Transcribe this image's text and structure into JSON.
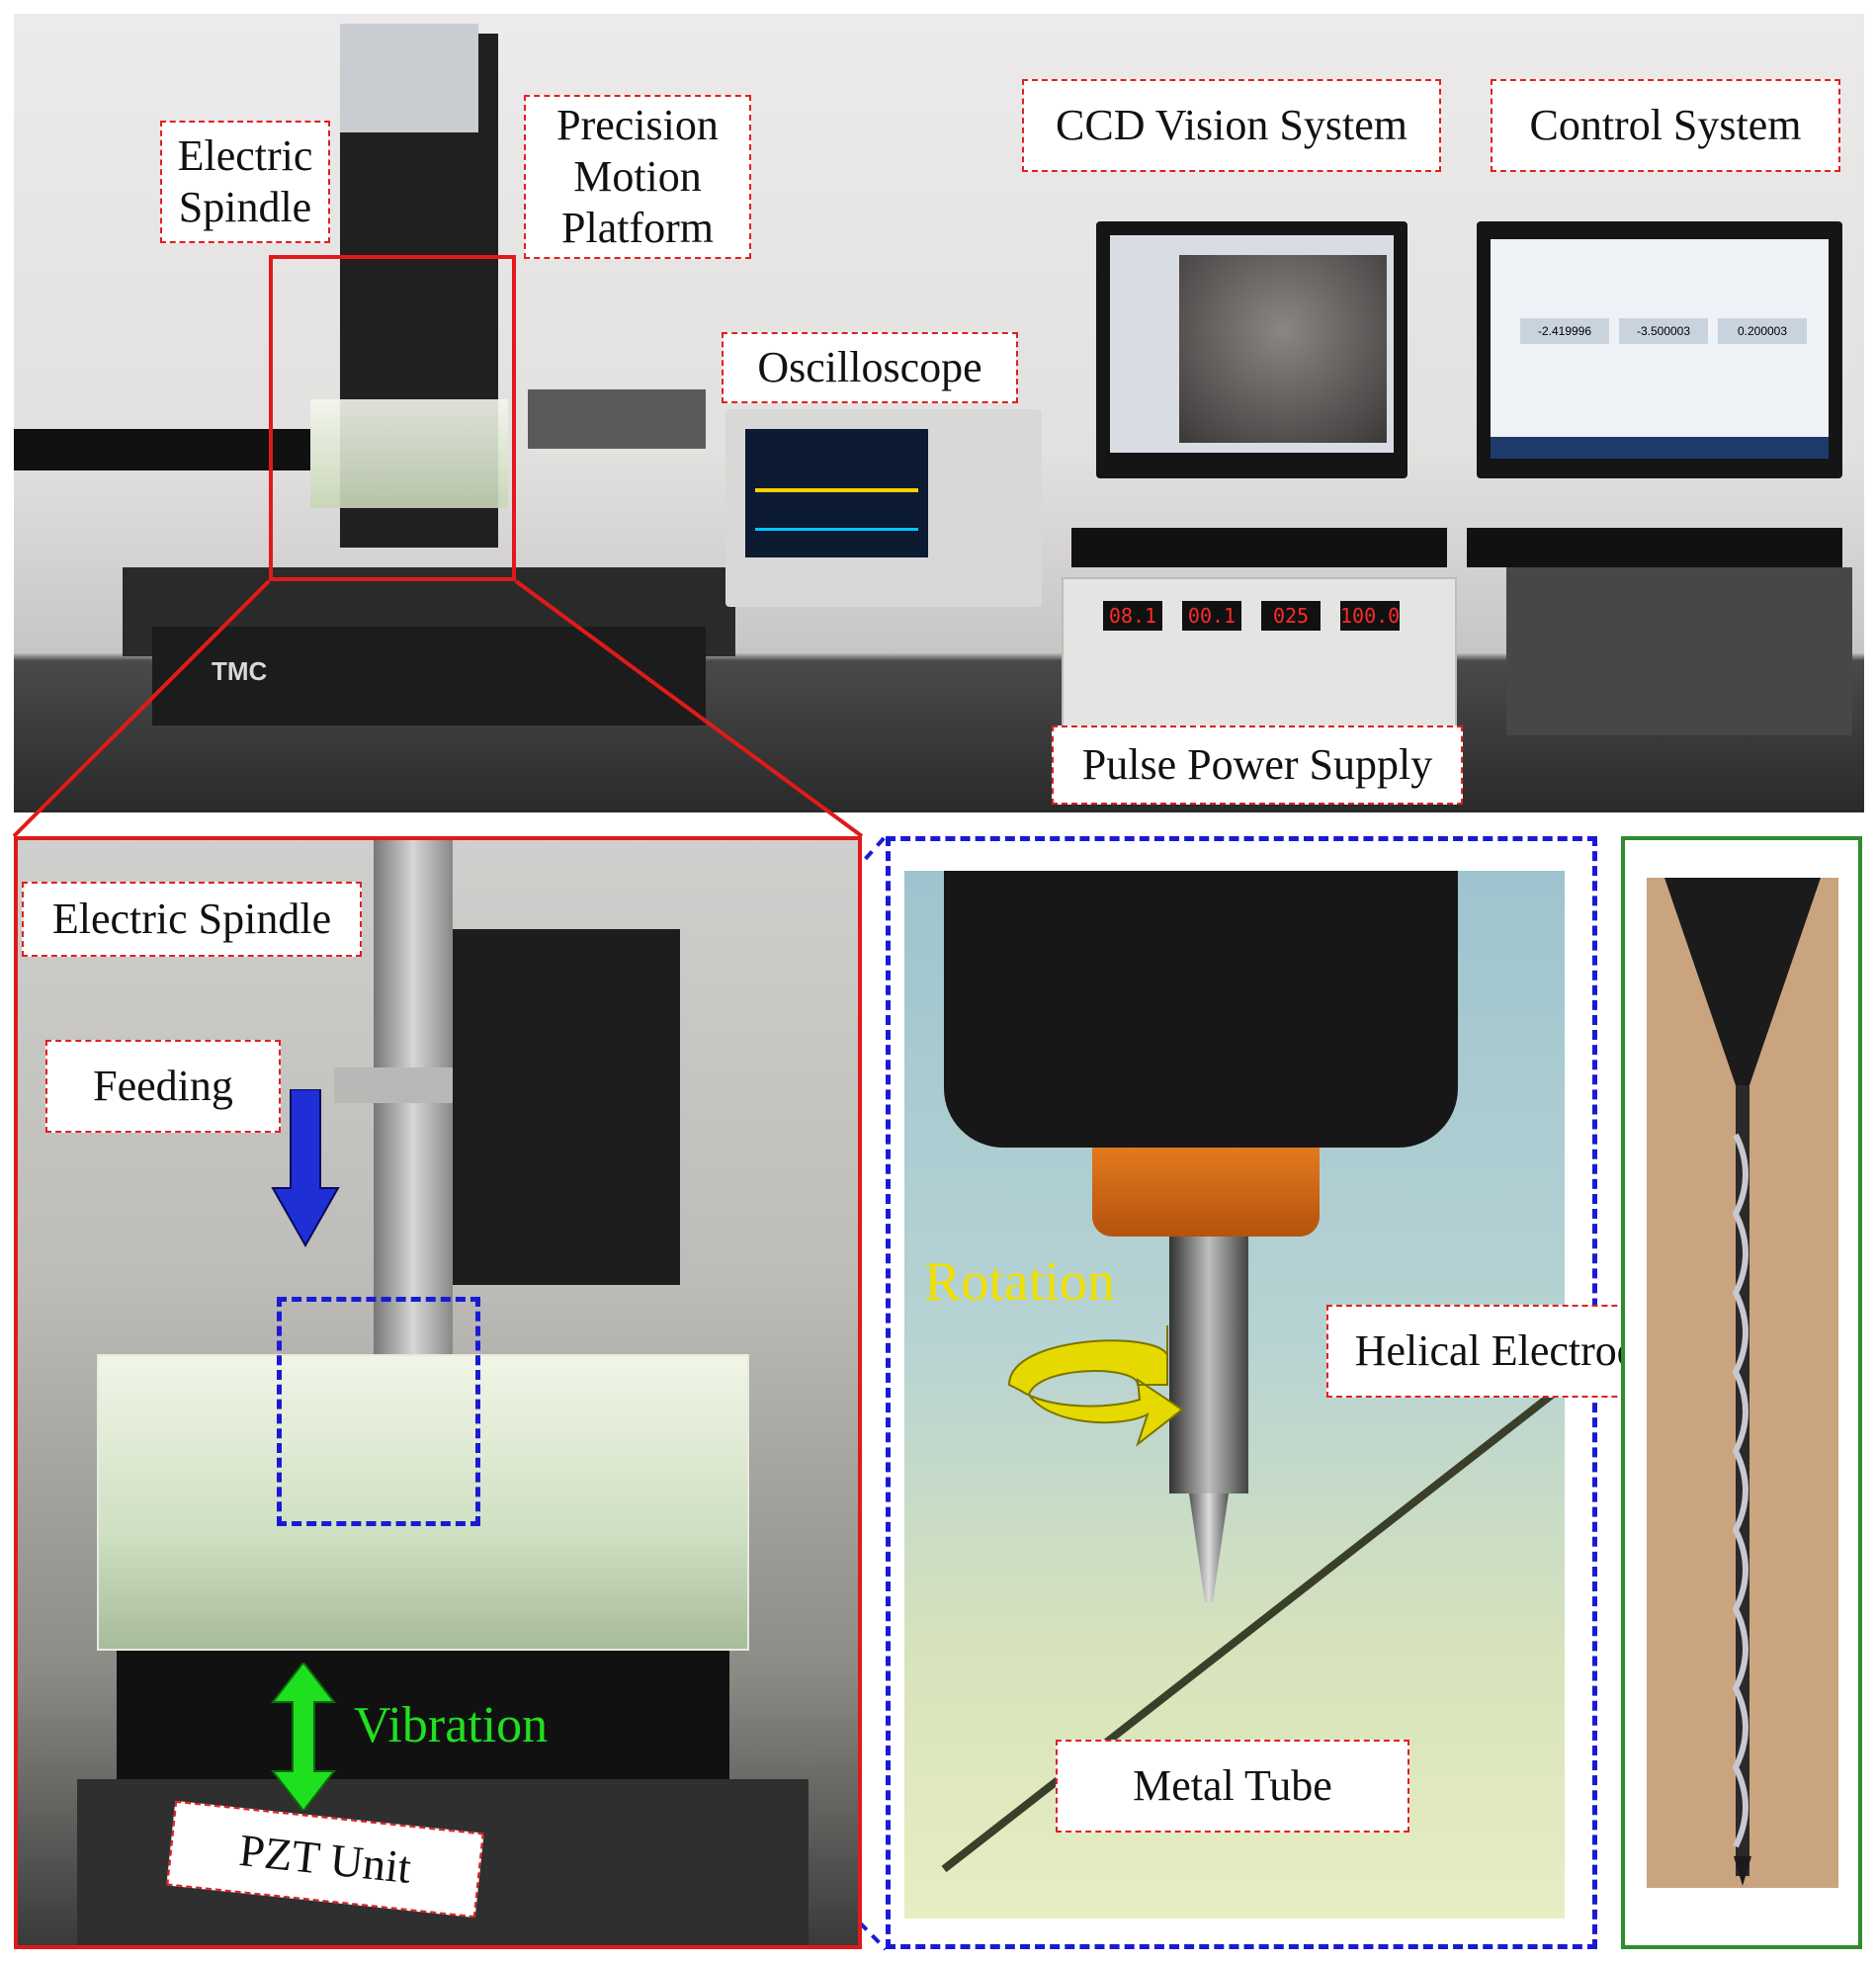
{
  "labels": {
    "electric_spindle_top": "Electric\nSpindle",
    "precision_motion_platform": "Precision\nMotion\nPlatform",
    "ccd_vision_system": "CCD Vision System",
    "control_system": "Control System",
    "oscilloscope": "Oscilloscope",
    "pulse_power_supply": "Pulse Power Supply",
    "electric_spindle_bottom": "Electric Spindle",
    "feeding": "Feeding",
    "vibration": "Vibration",
    "pzt_unit": "PZT Unit",
    "rotation": "Rotation",
    "helical_electrode": "Helical Electrode",
    "metal_tube": "Metal Tube"
  },
  "displays": {
    "power_supply_readouts": [
      "08.1",
      "00.1",
      "025",
      "100.0"
    ],
    "control_screen_values": [
      "-2.419996",
      "-3.500003",
      "0.200003"
    ],
    "tmc_logo": "TMC"
  },
  "colors": {
    "frame_red": "#e01a1a",
    "frame_blue": "#1a1ad6",
    "frame_green": "#2e8b2e",
    "feeding_arrow": "#1f2fd6",
    "vibration_arrow": "#1fe01f",
    "vibration_text": "#1fe01f",
    "rotation": "#f0e000"
  }
}
